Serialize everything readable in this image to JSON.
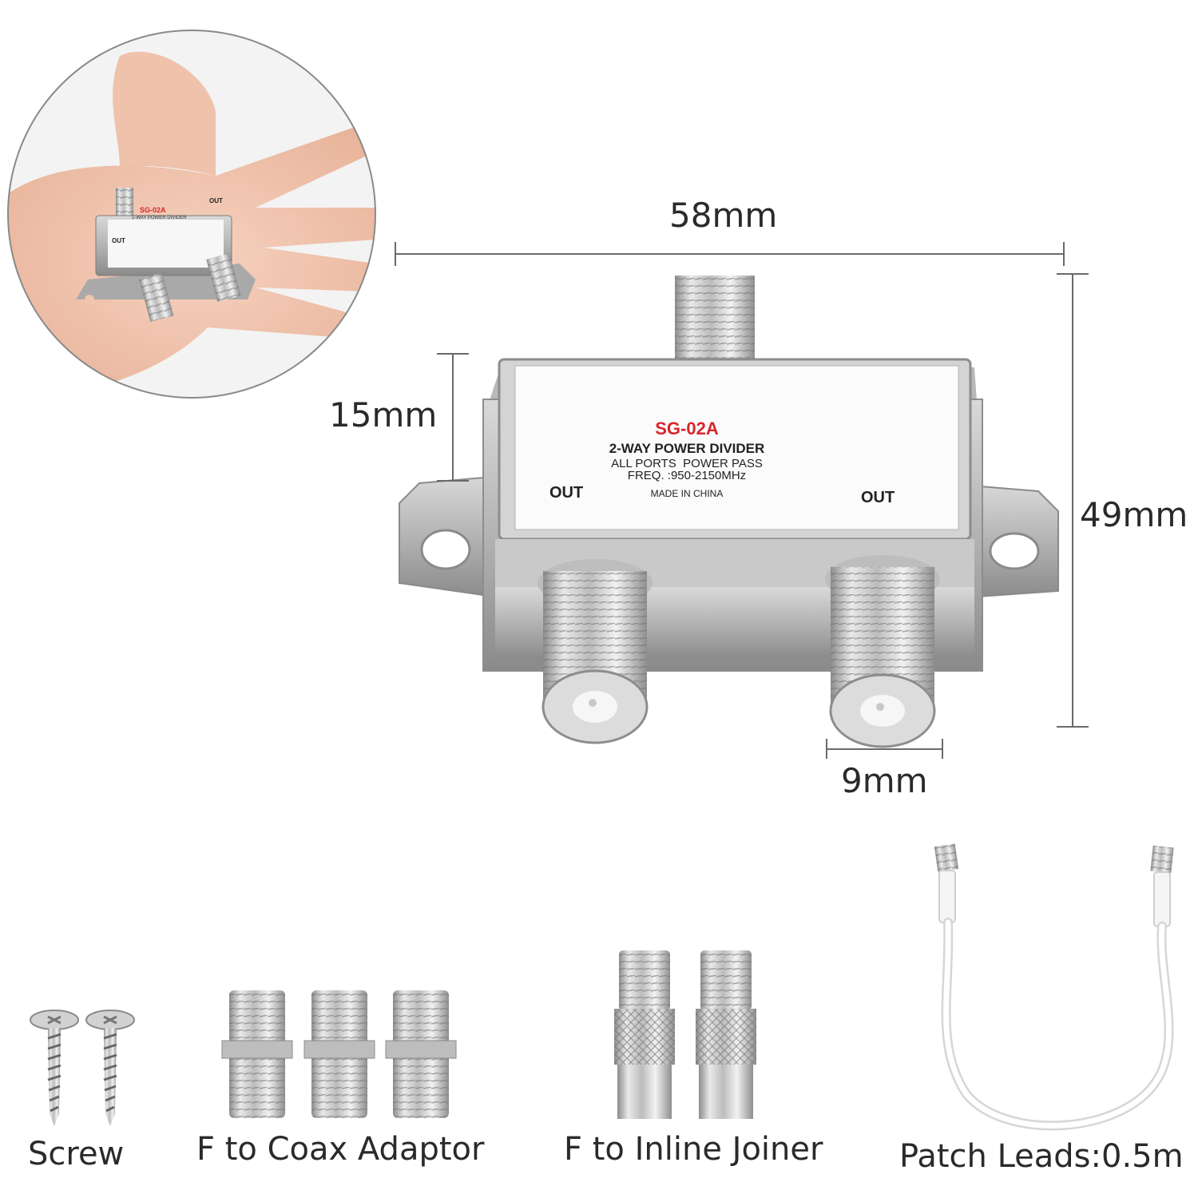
{
  "dimensions": {
    "width": "58mm",
    "body_height": "15mm",
    "total_height": "49mm",
    "port_width": "9mm"
  },
  "device": {
    "model": "SG-02A",
    "line1": "2-WAY POWER DIVIDER",
    "line2": "ALL PORTS  POWER PASS",
    "line3": "FREQ. :950-2150MHz",
    "origin": "MADE IN CHINA",
    "port_left": "OUT",
    "port_right": "OUT"
  },
  "hand_device": {
    "model": "SG-02A",
    "line1": "2-WAY POWER DIVIDER",
    "port_left": "OUT",
    "port_right": "OUT"
  },
  "accessories": [
    {
      "label": "Screw"
    },
    {
      "label": "F to Coax Adaptor"
    },
    {
      "label": "F to Inline Joiner"
    },
    {
      "label": "Patch Leads:0.5m"
    }
  ],
  "colors": {
    "model_red": "#d8262b",
    "metal_light": "#e6e6e6",
    "metal_dark": "#9c9c9c",
    "skin": "#f1c4ad"
  }
}
